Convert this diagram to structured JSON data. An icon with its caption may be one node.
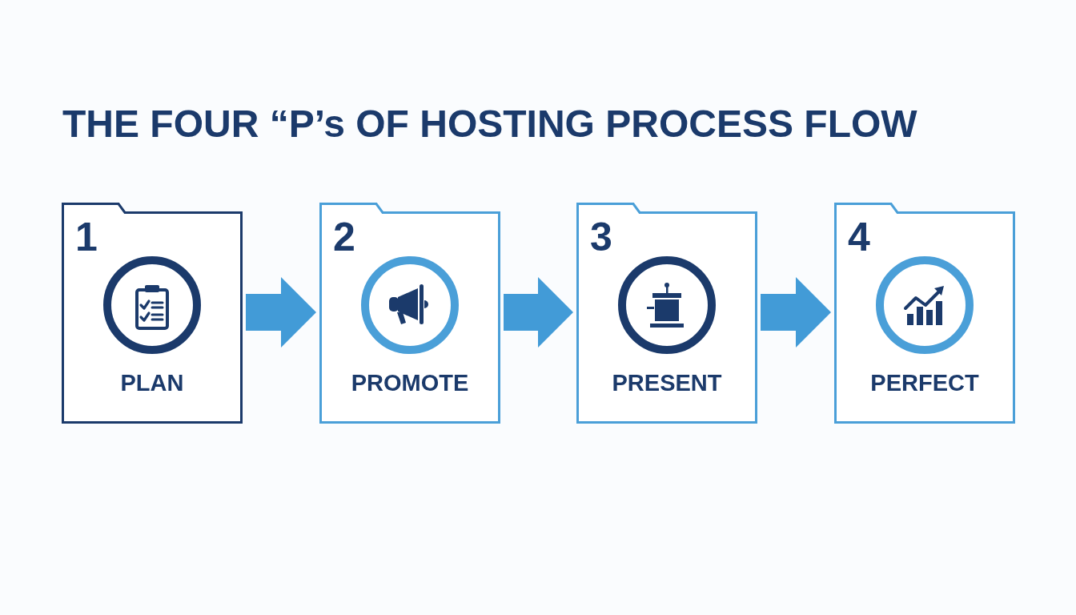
{
  "diagram": {
    "title": "THE FOUR “P’s OF HOSTING PROCESS FLOW",
    "nodes": [
      {
        "text": [
          "1",
          "PLAN"
        ]
      },
      {
        "text": [
          "2",
          "PROMOTE"
        ]
      },
      {
        "text": [
          "3",
          "PRESENT"
        ]
      },
      {
        "text": [
          "4",
          "PERFECT"
        ]
      }
    ],
    "edges": [
      {
        "from": 0,
        "to": 1,
        "arrow": "to"
      },
      {
        "from": 1,
        "to": 2,
        "arrow": "to"
      },
      {
        "from": 2,
        "to": 3,
        "arrow": "to"
      }
    ]
  }
}
